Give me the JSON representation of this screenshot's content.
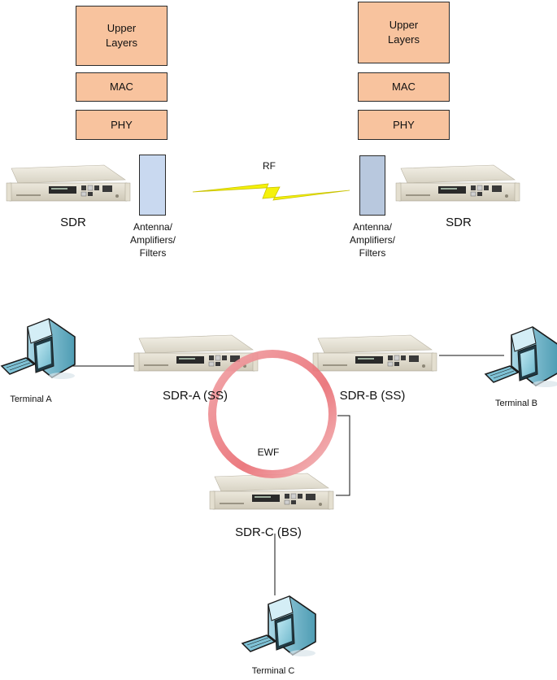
{
  "left_stack": {
    "layers": [
      "Upper\nLayers",
      "MAC",
      "PHY"
    ],
    "sdr_label": "SDR",
    "antenna_label": "Antenna/\nAmplifiers/\nFilters"
  },
  "right_stack": {
    "layers": [
      "Upper\nLayers",
      "MAC",
      "PHY"
    ],
    "sdr_label": "SDR",
    "antenna_label": "Antenna/\nAmplifiers/\nFilters"
  },
  "rf_label": "RF",
  "network": {
    "sdr_a": "SDR-A (SS)",
    "sdr_b": "SDR-B (SS)",
    "sdr_c": "SDR-C (BS)",
    "ring_label": "EWF",
    "terminal_a": "Terminal A",
    "terminal_b": "Terminal B",
    "terminal_c": "Terminal C"
  },
  "colors": {
    "layer_fill": "#f8c39e",
    "antenna_fill": "#c6d4ea",
    "ring": "#e8767a",
    "bolt": "#f3f300"
  }
}
